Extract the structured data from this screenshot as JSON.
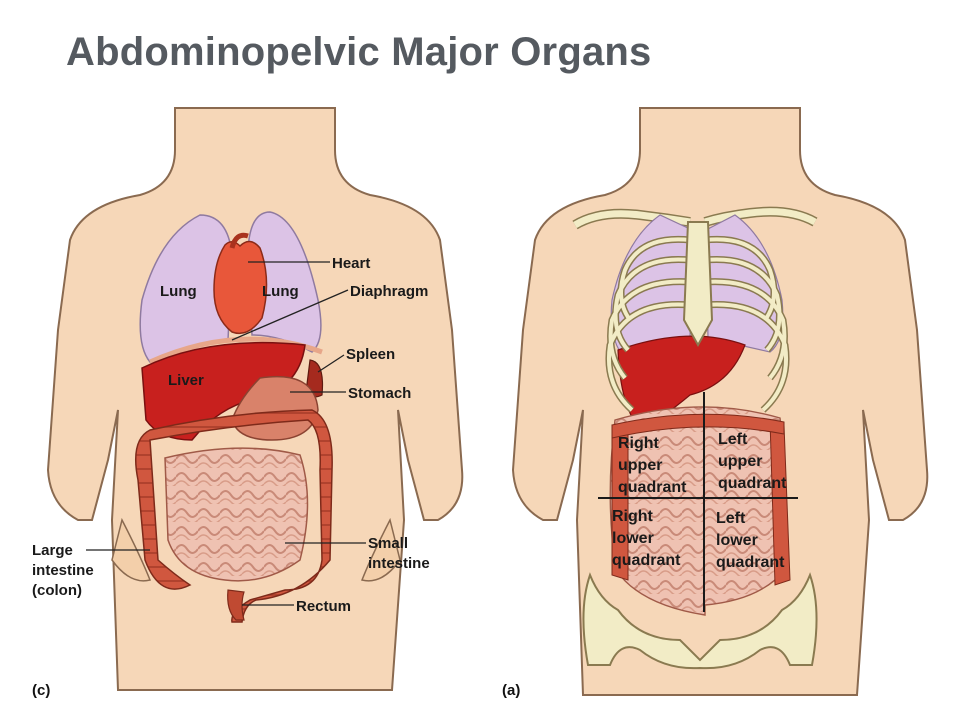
{
  "title": "Abdominopelvic Major Organs",
  "left_figure": {
    "panel_label": "(c)",
    "labels": {
      "heart": "Heart",
      "lung_left": "Lung",
      "lung_right": "Lung",
      "diaphragm": "Diaphragm",
      "spleen": "Spleen",
      "liver": "Liver",
      "stomach": "Stomach",
      "large_intestine": [
        "Large",
        "intestine",
        "(colon)"
      ],
      "small_intestine": [
        "Small",
        "intestine"
      ],
      "rectum": "Rectum"
    }
  },
  "right_figure": {
    "panel_label": "(a)",
    "quadrants": {
      "right_upper": [
        "Right",
        "upper",
        "quadrant"
      ],
      "left_upper": [
        "Left",
        "upper",
        "quadrant"
      ],
      "right_lower": [
        "Right",
        "lower",
        "quadrant"
      ],
      "left_lower": [
        "Left",
        "lower",
        "quadrant"
      ]
    }
  },
  "colors": {
    "skin": "#f6d7b8",
    "skin_outline": "#8a6a50",
    "lung": "#dcc3e6",
    "liver": "#c8201e",
    "heart": "#e8573a",
    "intestine": "#cf5a42",
    "small_intestine": "#ecb8a8",
    "bone": "#f2ecc6",
    "title": "#555a60"
  }
}
